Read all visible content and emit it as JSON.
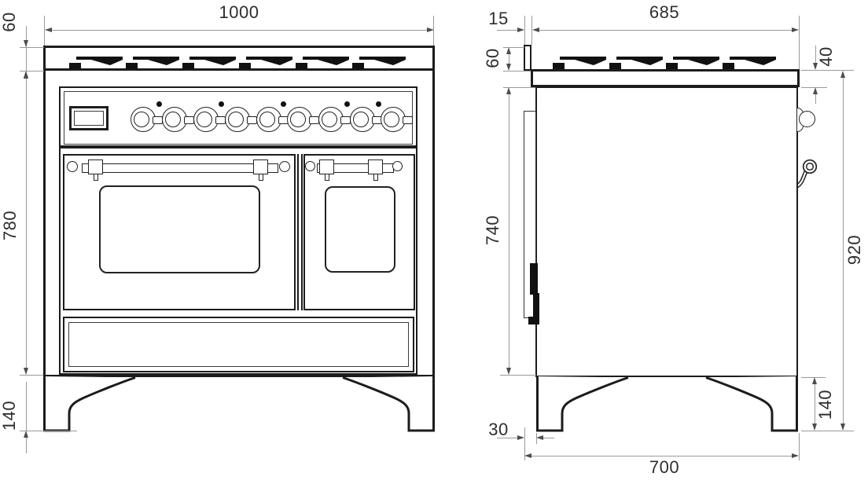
{
  "drawing": {
    "type": "technical dimension drawing",
    "subject": "freestanding range cooker — front and side elevations"
  },
  "colors": {
    "background": "#ffffff",
    "object_line": "#1c1c1c",
    "dimension_line": "#9a9a9a",
    "dimension_text": "#2e2e2e"
  },
  "front_view": {
    "overall_width": "1000",
    "cooktop_height": "60",
    "body_height": "780",
    "feet_height": "140"
  },
  "side_view": {
    "rear_clearance": "15",
    "cooktop_depth": "685",
    "backguard_height": "60",
    "worktop_thickness": "40",
    "front_panel_height": "740",
    "overall_height": "920",
    "rear_foot_inset": "30",
    "base_depth": "700",
    "feet_height": "140"
  }
}
